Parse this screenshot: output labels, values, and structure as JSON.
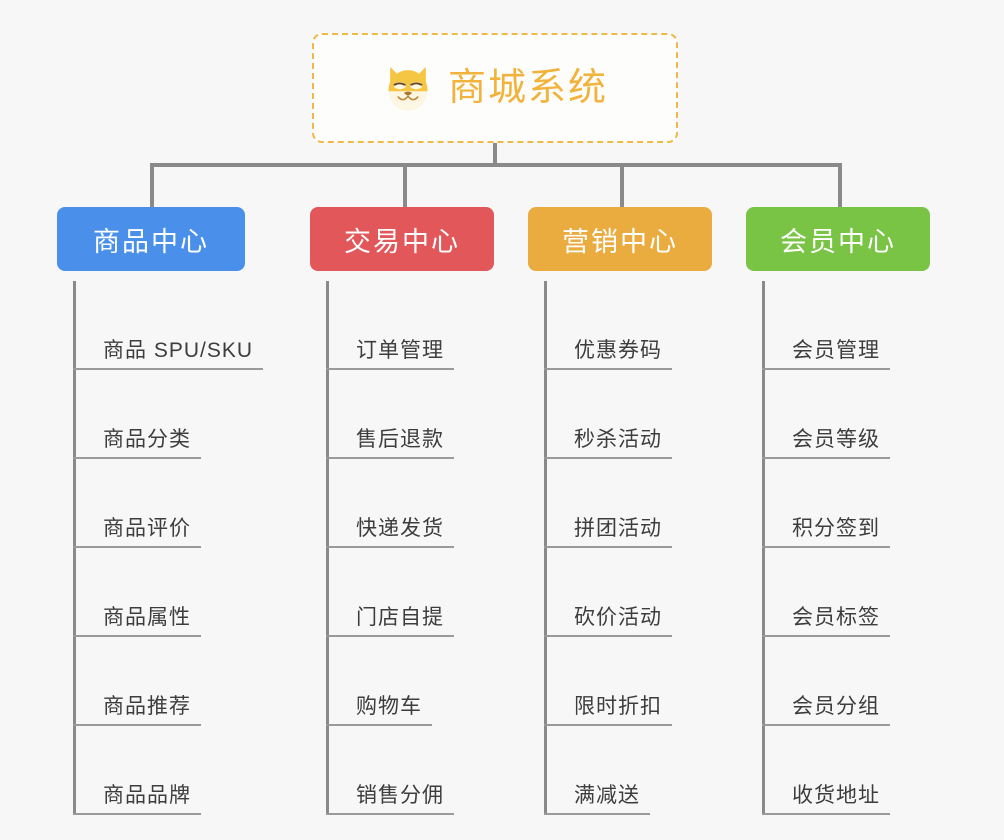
{
  "root": {
    "title": "商城系统",
    "icon": "shiba-dog-face-emoji",
    "border_color": "#f0b846",
    "text_color": "#f2b33d"
  },
  "line_color": "#8a8a8a",
  "background_color": "#f7f7f7",
  "columns": [
    {
      "id": "product-center",
      "title": "商品中心",
      "color": "#4a90ea",
      "items": [
        "商品 SPU/SKU",
        "商品分类",
        "商品评价",
        "商品属性",
        "商品推荐",
        "商品品牌"
      ]
    },
    {
      "id": "trade-center",
      "title": "交易中心",
      "color": "#e2575a",
      "items": [
        "订单管理",
        "售后退款",
        "快递发货",
        "门店自提",
        "购物车",
        "销售分佣"
      ]
    },
    {
      "id": "marketing-center",
      "title": "营销中心",
      "color": "#eaab3f",
      "items": [
        "优惠券码",
        "秒杀活动",
        "拼团活动",
        "砍价活动",
        "限时折扣",
        "满减送"
      ]
    },
    {
      "id": "member-center",
      "title": "会员中心",
      "color": "#79c345",
      "items": [
        "会员管理",
        "会员等级",
        "积分签到",
        "会员标签",
        "会员分组",
        "收货地址"
      ]
    }
  ]
}
